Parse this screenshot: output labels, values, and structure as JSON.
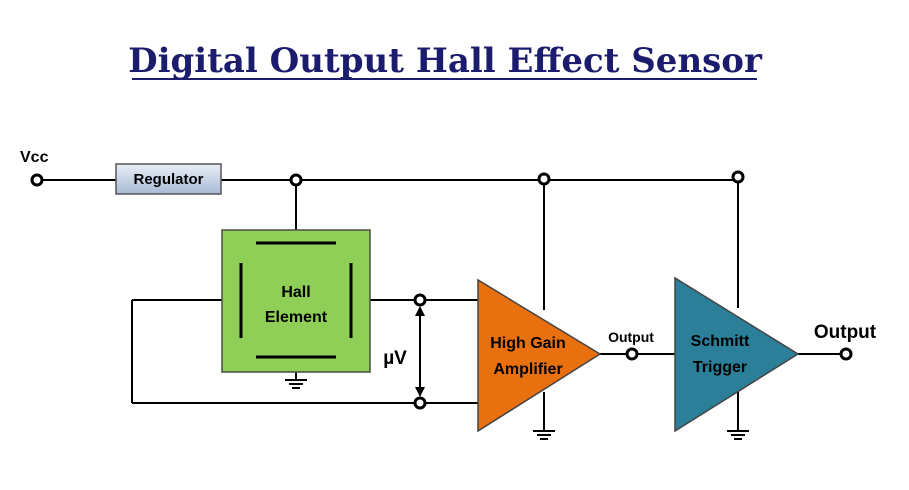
{
  "title": "Digital Output Hall Effect Sensor",
  "labels": {
    "vcc": "Vcc",
    "regulator": "Regulator",
    "hall_line1": "Hall",
    "hall_line2": "Element",
    "microvolt": "µV",
    "amp_line1": "High Gain",
    "amp_line2": "Amplifier",
    "mid_output": "Output",
    "schmitt_line1": "Schmitt",
    "schmitt_line2": "Trigger",
    "final_output": "Output"
  },
  "colors": {
    "title": "#1c1c6e",
    "hall_element": "#8fce57",
    "amplifier": "#e8700f",
    "schmitt_trigger": "#2b7f99",
    "regulator_top": "#e9eef6",
    "regulator_bottom": "#a9bad5"
  }
}
